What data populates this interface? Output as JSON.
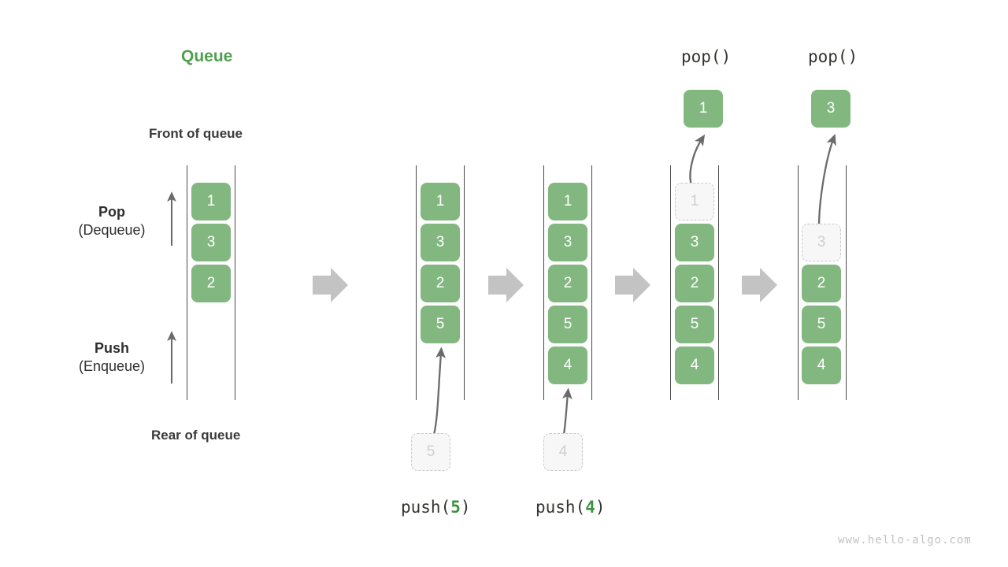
{
  "title": "Queue",
  "labels": {
    "front": "Front of queue",
    "rear": "Rear of queue",
    "pop_main": "Pop",
    "pop_sub": "(Dequeue)",
    "push_main": "Push",
    "push_sub": "(Enqueue)"
  },
  "watermark": "www.hello-algo.com",
  "colors": {
    "title_green": "#50a050",
    "box_green": "#82b880",
    "box_text": "#ffffff",
    "ghost_fill": "#f7f7f7",
    "ghost_border": "#c9c9c9",
    "ghost_text": "#cfcfcf",
    "rail": "#4a4a4a",
    "arrow_gray": "#c3c3c3",
    "curve_arrow": "#6b6b6b",
    "text_dark": "#33332f",
    "watermark_gray": "#c2c2c2"
  },
  "op_labels": {
    "push5": {
      "fn": "push(",
      "value": "5",
      "close": ")"
    },
    "push4": {
      "fn": "push(",
      "value": "4",
      "close": ")"
    },
    "pop1": {
      "text": "pop()"
    },
    "pop2": {
      "text": "pop()"
    }
  },
  "columns": [
    {
      "id": "initial",
      "name": "initial-queue",
      "items": [
        {
          "value": "1",
          "state": "filled"
        },
        {
          "value": "3",
          "state": "filled"
        },
        {
          "value": "2",
          "state": "filled"
        }
      ]
    },
    {
      "id": "after-push-5",
      "name": "queue-after-push-5",
      "items": [
        {
          "value": "1",
          "state": "filled"
        },
        {
          "value": "3",
          "state": "filled"
        },
        {
          "value": "2",
          "state": "filled"
        },
        {
          "value": "5",
          "state": "filled"
        }
      ],
      "incoming": {
        "value": "5",
        "state": "ghost"
      }
    },
    {
      "id": "after-push-4",
      "name": "queue-after-push-4",
      "items": [
        {
          "value": "1",
          "state": "filled"
        },
        {
          "value": "3",
          "state": "filled"
        },
        {
          "value": "2",
          "state": "filled"
        },
        {
          "value": "5",
          "state": "filled"
        },
        {
          "value": "4",
          "state": "filled"
        }
      ],
      "incoming": {
        "value": "4",
        "state": "ghost"
      }
    },
    {
      "id": "after-pop-1",
      "name": "queue-after-pop-1",
      "items": [
        {
          "value": "1",
          "state": "ghost"
        },
        {
          "value": "3",
          "state": "filled"
        },
        {
          "value": "2",
          "state": "filled"
        },
        {
          "value": "5",
          "state": "filled"
        },
        {
          "value": "4",
          "state": "filled"
        }
      ],
      "popped": {
        "value": "1",
        "state": "filled"
      }
    },
    {
      "id": "after-pop-2",
      "name": "queue-after-pop-2",
      "items": [
        {
          "value": "3",
          "state": "ghost"
        },
        {
          "value": "2",
          "state": "filled"
        },
        {
          "value": "5",
          "state": "filled"
        },
        {
          "value": "4",
          "state": "filled"
        }
      ],
      "popped": {
        "value": "3",
        "state": "filled"
      }
    }
  ]
}
